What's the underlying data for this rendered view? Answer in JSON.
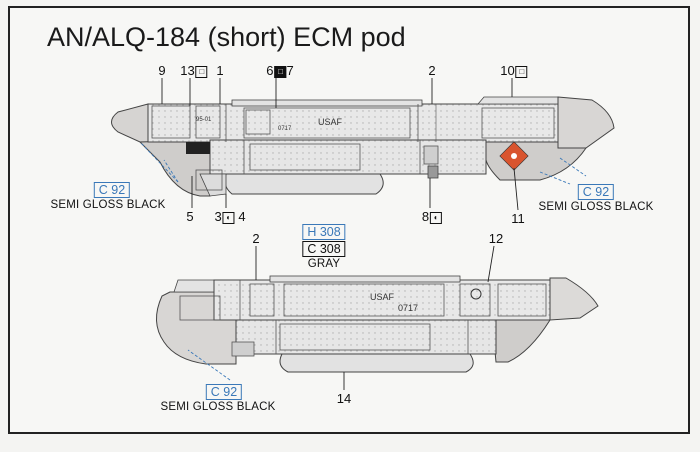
{
  "title": "AN/ALQ-184 (short) ECM pod",
  "callouts": {
    "c9": "9",
    "c13": "13",
    "c13_mark": "□",
    "c1": "1",
    "c6": "6",
    "c6_mark": "□",
    "c7": "7",
    "c2_top": "2",
    "c10": "10",
    "c10_mark": "□",
    "c5": "5",
    "c3": "3",
    "c3_mark": "◐",
    "c4": "4",
    "c8": "8",
    "c8_mark": "◐",
    "c11": "11",
    "c2_bottom": "2",
    "c12": "12",
    "c14": "14"
  },
  "paint": {
    "left_code": "C 92",
    "left_name": "SEMI GLOSS BLACK",
    "right_code": "C 92",
    "right_name": "SEMI GLOSS BLACK",
    "gray_code_h": "H 308",
    "gray_code_c": "C 308",
    "gray_name": "GRAY",
    "bottom_code": "C 92",
    "bottom_name": "SEMI GLOSS BLACK"
  },
  "stencils": {
    "top_usaf": "USAF",
    "top_serial": "0717",
    "top_serial2": "0717",
    "top_code": "95-01",
    "bottom_usaf": "USAF",
    "bottom_serial": "0717"
  },
  "colors": {
    "pod_gray": "#e6e6e6",
    "nose_gray": "#dcdad8",
    "panel_line": "#555555",
    "code_blue": "#3a78b8",
    "warning_red": "#d9542e"
  }
}
